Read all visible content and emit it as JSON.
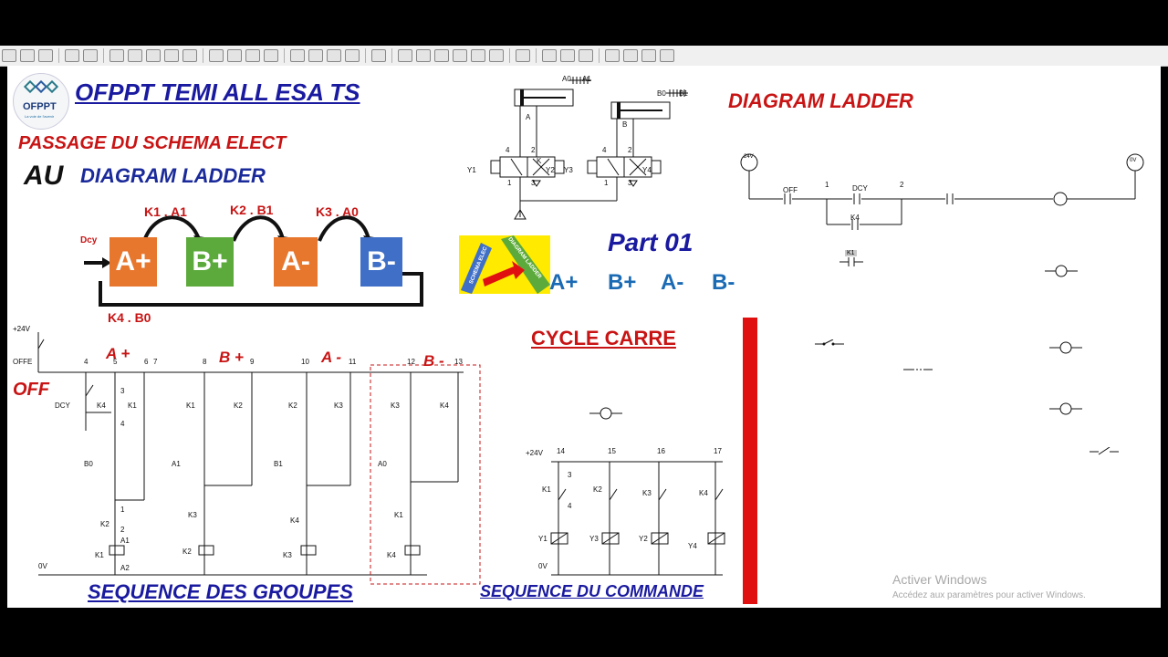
{
  "header": {
    "logo_text": "OFPPT",
    "logo_tagline": "La voie de l'avenir",
    "title": "OFPPT TEMI ALL ESA TS",
    "passage": "PASSAGE DU SCHEMA ELECT",
    "au": "AU",
    "au_rest": "DIAGRAM LADDER",
    "diagram_ladder": "DIAGRAM LADDER",
    "part": "Part 01",
    "cycle": "CYCLE CARRE"
  },
  "sequence_boxes": {
    "items": [
      {
        "label": "A+",
        "color": "#e8772e"
      },
      {
        "label": "B+",
        "color": "#5daa3c"
      },
      {
        "label": "A-",
        "color": "#e8772e"
      },
      {
        "label": "B-",
        "color": "#3f6fc6"
      }
    ],
    "transitions": [
      "K1 . A1",
      "K2 . B1",
      "K3 . A0"
    ],
    "return_label": "K4 . B0",
    "start_label": "Dcy"
  },
  "sequence_text": [
    "A+",
    "B+",
    "A-",
    "B-"
  ],
  "convert_badge": {
    "left": "SCHEMA ELEC",
    "right": "DIAGRAM LADDER"
  },
  "ladder_top": {
    "supply_pos": "24V",
    "supply_neg": "0V",
    "off": "OFF",
    "dcy": "DCY",
    "k4": "K4",
    "node1": "1",
    "node2": "2",
    "k1_tag": "K1"
  },
  "cylinders": {
    "a": {
      "label": "A",
      "sensors": [
        "A0",
        "A1"
      ]
    },
    "b": {
      "label": "B",
      "sensors": [
        "B0",
        "B1"
      ]
    },
    "valve_left": {
      "coils": [
        "Y1",
        "Y2"
      ],
      "ports": [
        "4",
        "2",
        "1",
        "3"
      ],
      "k": "K"
    },
    "valve_right": {
      "coils": [
        "Y3",
        "Y4"
      ],
      "ports": [
        "4",
        "2",
        "1",
        "3"
      ]
    }
  },
  "elec_schema": {
    "plus24": "+24V",
    "zero": "0V",
    "offe": "OFFE",
    "off_big": "OFF",
    "group_labels": [
      "A +",
      "B +",
      "A -",
      "B -"
    ],
    "node_numbers": [
      "4",
      "5",
      "6",
      "7",
      "8",
      "9",
      "10",
      "11",
      "12",
      "13"
    ],
    "contacts": [
      "DCY",
      "K4",
      "K1",
      "K1",
      "K2",
      "K2",
      "K3",
      "K3",
      "K4"
    ],
    "sensors": [
      "B0",
      "A1",
      "B1",
      "A0"
    ],
    "interlocks": [
      "K2",
      "K3",
      "K4",
      "K1"
    ],
    "relays": [
      "K1",
      "K2",
      "K3",
      "K4"
    ],
    "coil_a1": "A1",
    "coil_a2": "A2",
    "pins": [
      "1",
      "2",
      "3",
      "4"
    ]
  },
  "command_schema": {
    "plus24": "+24V",
    "zero": "0V",
    "nodes": [
      "14",
      "15",
      "16",
      "17"
    ],
    "contacts": [
      "K1",
      "K2",
      "K3",
      "K4"
    ],
    "coils": [
      "Y1",
      "Y3",
      "Y2",
      "Y4"
    ],
    "pins": [
      "3",
      "4"
    ]
  },
  "footer": {
    "groups": "SEQUENCE DES GROUPES",
    "command": "SEQUENCE DU COMMANDE"
  },
  "watermark": {
    "title": "Activer Windows",
    "subtitle": "Accédez aux paramètres pour activer Windows."
  },
  "colors": {
    "red": "#c81414",
    "blue": "#1a1aa0",
    "seq_blue": "#1a6ab4",
    "red_bar": "#e01010",
    "yellow": "#ffea00"
  }
}
